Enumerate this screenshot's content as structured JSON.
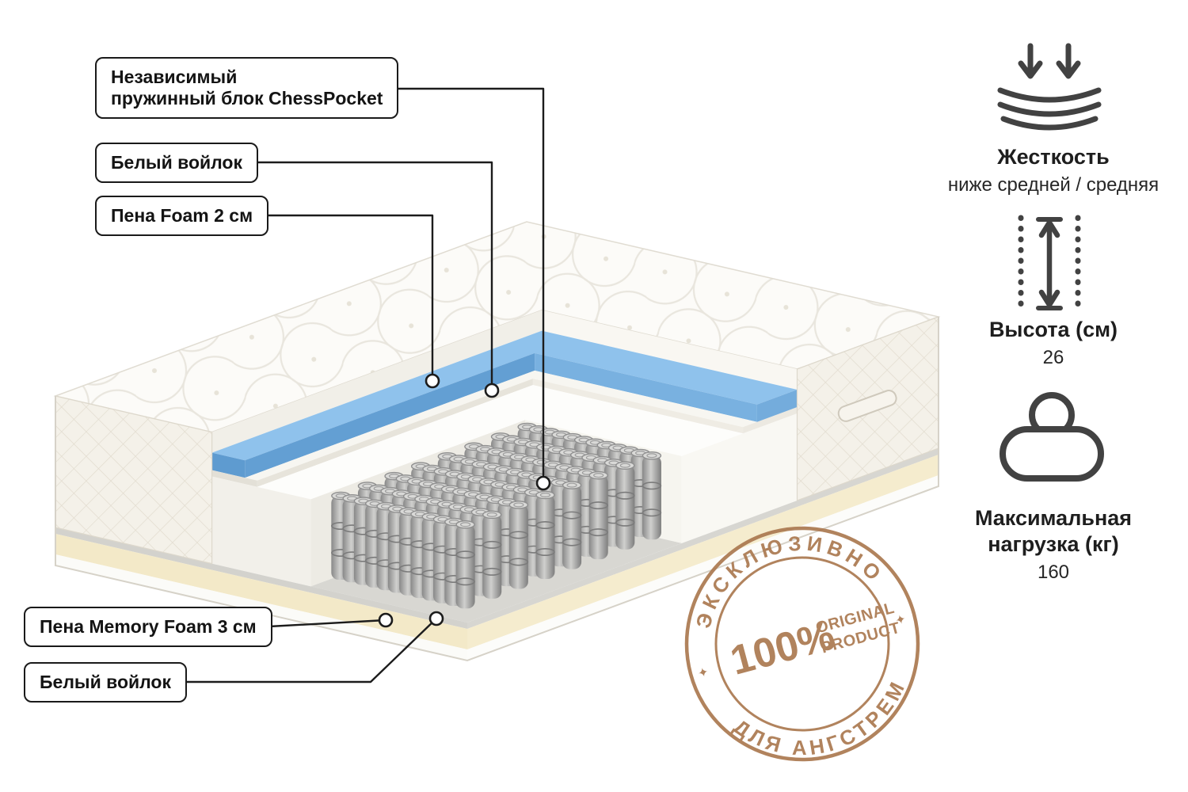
{
  "callouts": {
    "spring_block_line1": "Независимый",
    "spring_block_line2": "пружинный блок ChessPocket",
    "white_felt_top": "Белый войлок",
    "foam_2cm": "Пена Foam 2 см",
    "memory_foam_3cm": "Пена Memory Foam 3 см",
    "white_felt_bottom": "Белый войлок"
  },
  "specs": {
    "firmness": {
      "title": "Жесткость",
      "value": "ниже средней / средняя"
    },
    "height": {
      "title": "Высота (см)",
      "value": "26"
    },
    "max_load": {
      "title": "Максимальная нагрузка (кг)",
      "value": "160"
    }
  },
  "stamp": {
    "top_arc": "ЭКСКЛЮЗИВНО",
    "bottom_arc": "ДЛЯ АНГСТРЕМ",
    "percent": "100%",
    "original": "ORIGINAL",
    "product": "PRODUCT",
    "separator": "✦",
    "color": "#ab7950"
  },
  "colors": {
    "foam_2cm_blue": "#8fc2ec",
    "memory_foam_cream": "#f3e9c8",
    "spring_gray": "#9a9a9a",
    "line_black": "#1c1c1c",
    "stamp_brown": "#ab7950"
  }
}
